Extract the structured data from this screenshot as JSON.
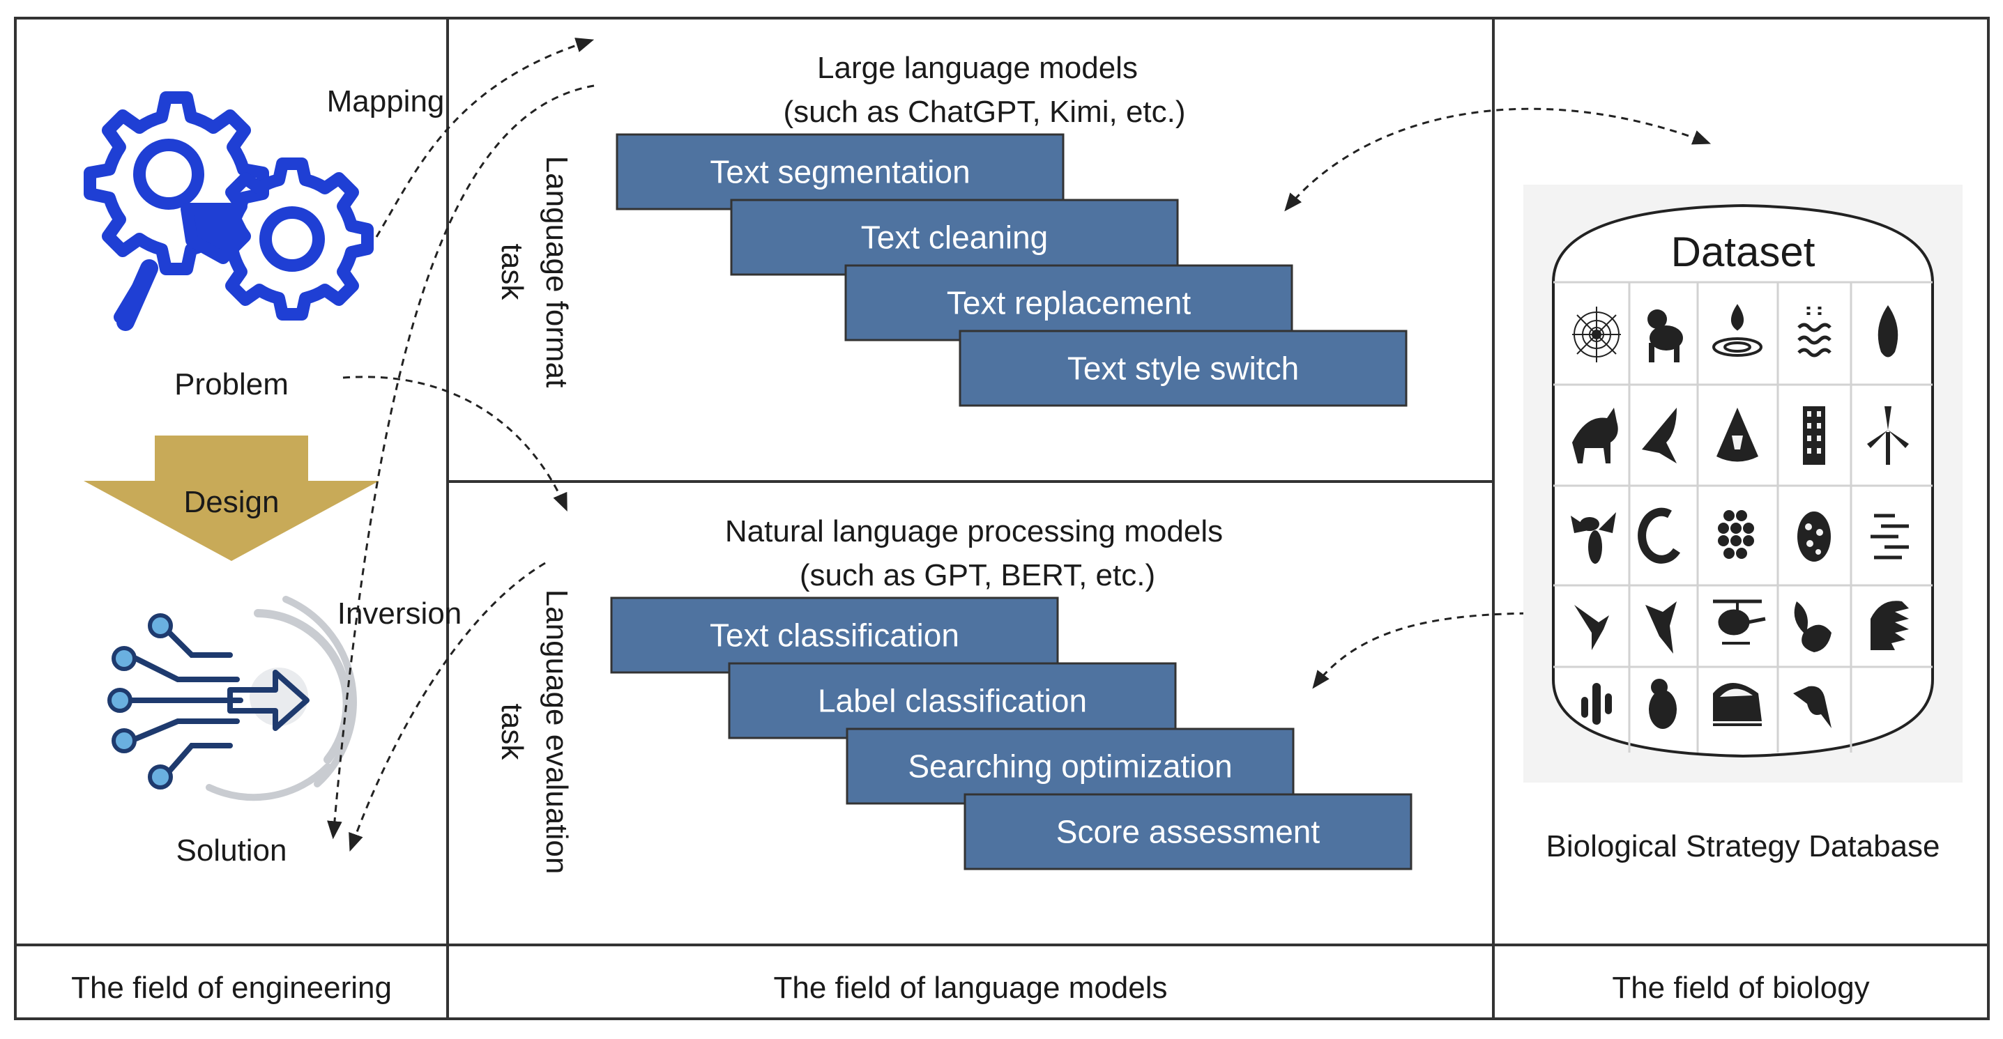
{
  "engineering": {
    "problem": "Problem",
    "design": "Design",
    "solution": "Solution",
    "mapping": "Mapping",
    "inversion": "Inversion"
  },
  "language": {
    "format_task_line1": "Language format",
    "format_task_line2": "task",
    "llm_title_line1": "Large language models",
    "llm_title_line2": "(such as ChatGPT, Kimi, etc.)",
    "format_steps": [
      "Text segmentation",
      "Text cleaning",
      "Text  replacement",
      "Text style switch"
    ],
    "eval_task_line1": "Language evaluation",
    "eval_task_line2": "task",
    "nlp_title_line1": "Natural language processing models",
    "nlp_title_line2": "(such as GPT, BERT, etc.)",
    "eval_steps": [
      "Text classification",
      "Label classification",
      "Searching optimization",
      "Score assessment"
    ]
  },
  "biology": {
    "dataset": "Dataset",
    "database": "Biological Strategy Database"
  },
  "footer": {
    "engineering": "The field of engineering",
    "language": "The field of language models",
    "biology": "The field of biology"
  },
  "colors": {
    "step_fill": "#4f73a0",
    "gear_blue": "#1f3fd4",
    "design_arrow": "#c8aa58",
    "solution_navy": "#1e3a6e",
    "solution_light": "#6ab0e0"
  },
  "icons": [
    "gear-search-icon",
    "solution-arrow-icon",
    "spider-web-icon",
    "monkey-icon",
    "water-drop-icon",
    "wave-icon",
    "leaf-icon",
    "cat-icon",
    "bird-icon",
    "shell-icon",
    "building-icon",
    "wind-turbine-icon",
    "wasp-icon",
    "curl-icon",
    "honeycomb-icon",
    "lotus-seed-icon",
    "lines-icon",
    "hummingbird-icon",
    "woodpecker-icon",
    "helicopter-icon",
    "squirrel-icon",
    "owl-icon",
    "cactus-icon",
    "penguin-icon",
    "bullet-train-icon",
    "kingfisher-icon"
  ]
}
